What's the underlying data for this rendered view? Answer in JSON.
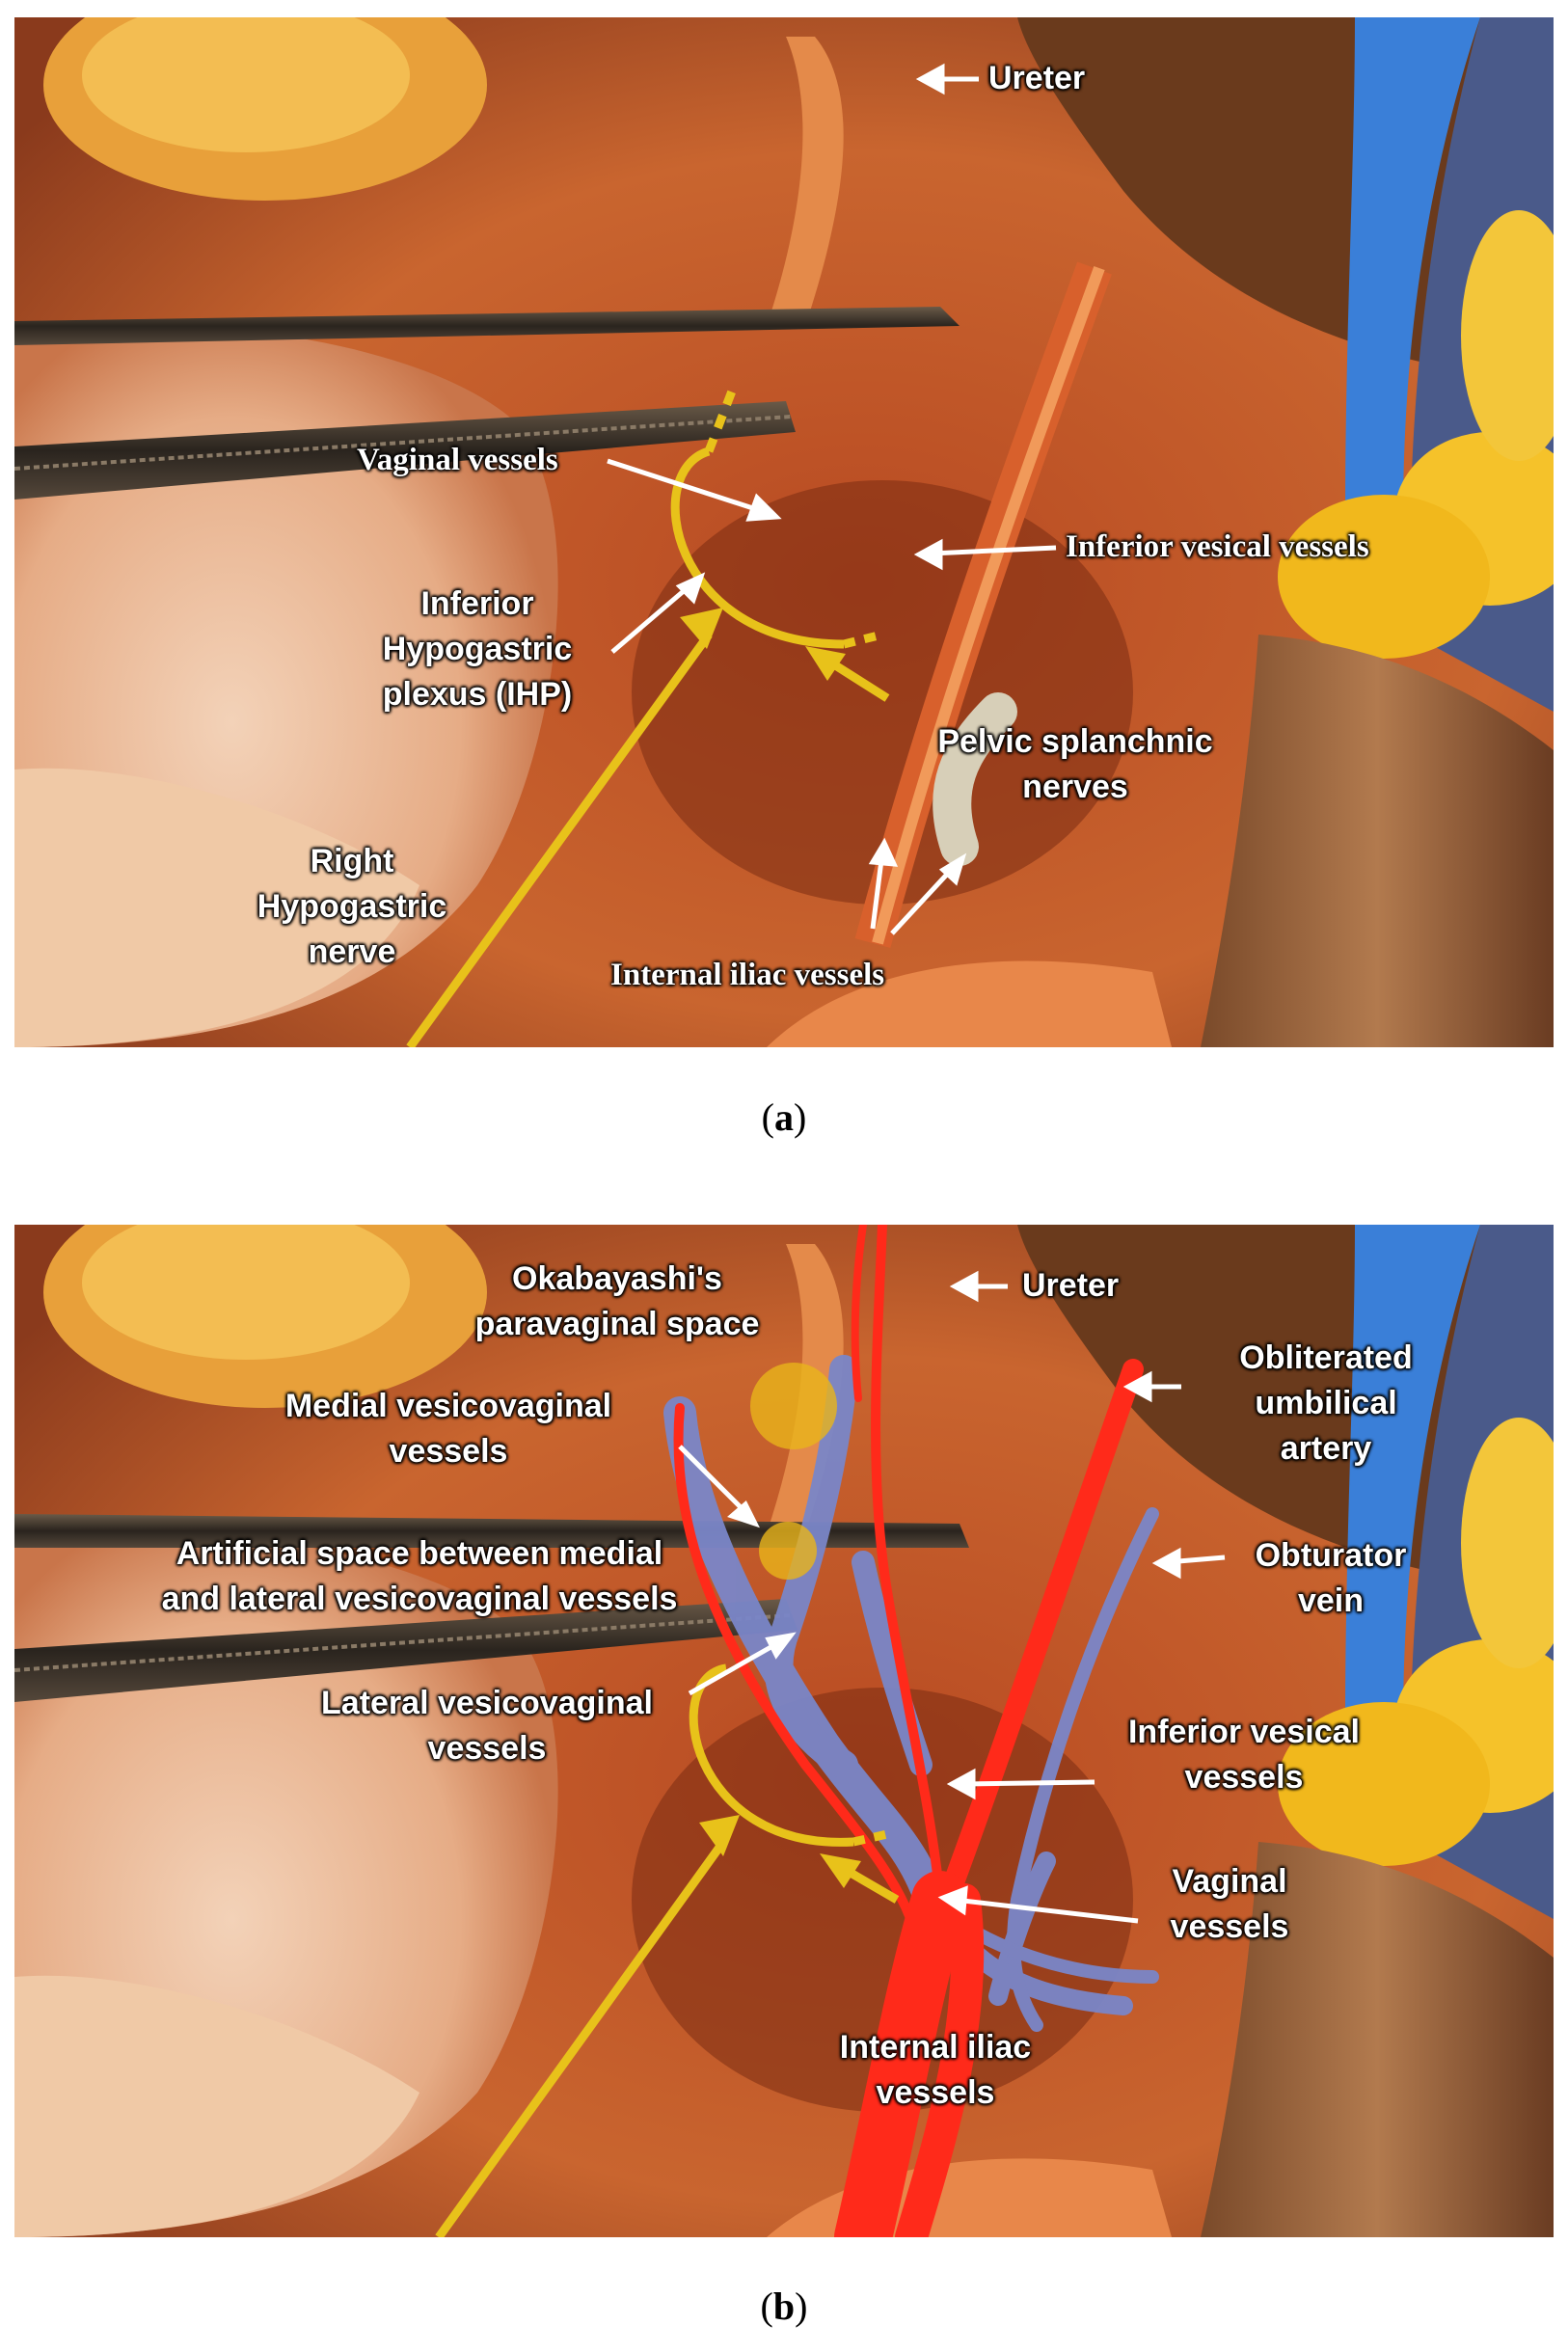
{
  "panel_a": {
    "labels": {
      "ureter": "Ureter",
      "vaginal_vessels": "Vaginal vessels",
      "inferior_vesical_vessels": "Inferior vesical vessels",
      "ihp_line1": "Inferior",
      "ihp_line2": "Hypogastric",
      "ihp_line3": "plexus (IHP)",
      "pelvic_line1": "Pelvic splanchnic",
      "pelvic_line2": "nerves",
      "right_line1": "Right",
      "right_line2": "Hypogastric",
      "right_line3": "nerve",
      "internal_iliac": "Internal iliac vessels"
    },
    "caption_letter": "a"
  },
  "panel_b": {
    "labels": {
      "okabayashi_line1": "Okabayashi's",
      "okabayashi_line2": "paravaginal space",
      "ureter": "Ureter",
      "obliterated_line1": "Obliterated",
      "obliterated_line2": "umbilical",
      "obliterated_line3": "artery",
      "medial_line1": "Medial vesicovaginal",
      "medial_line2": "vessels",
      "artificial_line1": "Artificial space between medial",
      "artificial_line2": "and lateral vesicovaginal vessels",
      "obturator_line1": "Obturator",
      "obturator_line2": "vein",
      "lateral_line1": "Lateral vesicovaginal",
      "lateral_line2": "vessels",
      "inferior_line1": "Inferior vesical",
      "inferior_line2": "vessels",
      "vaginal_line1": "Vaginal",
      "vaginal_line2": "vessels",
      "iliac_line1": "Internal iliac",
      "iliac_line2": "vessels"
    },
    "caption_letter": "b"
  },
  "colors": {
    "artery": "#ff2a1a",
    "vein": "#7a86c8",
    "nerve_overlay": "#e8c21a",
    "tissue": "#c8552a",
    "fat": "#f2b43a",
    "retractor_blue": "#3a7fd8"
  }
}
